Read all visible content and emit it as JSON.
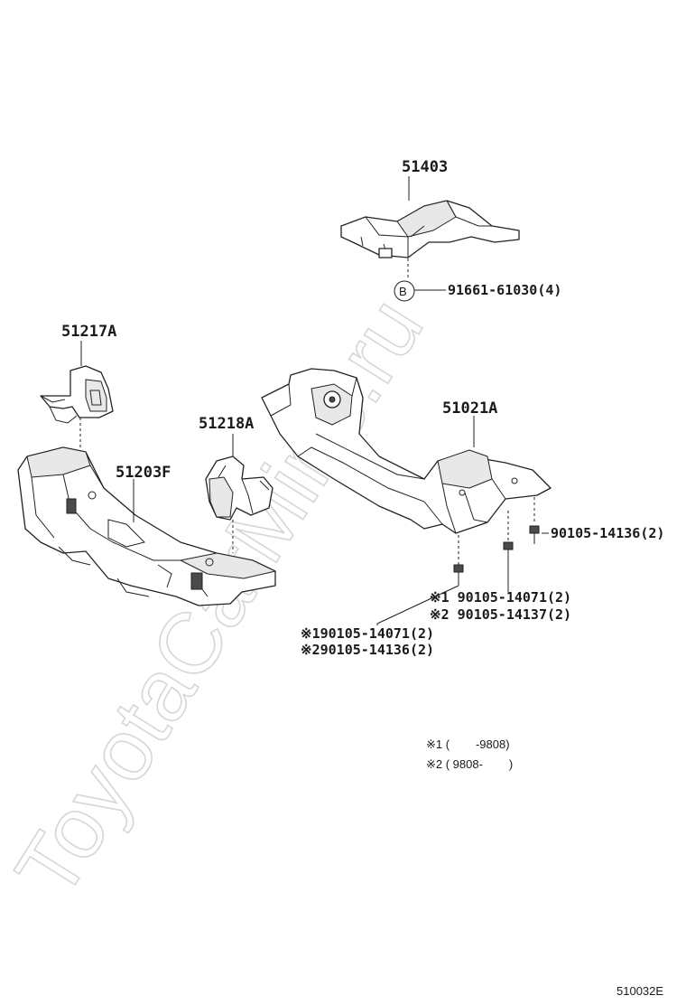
{
  "watermark": "ToyotaCarMine.ru",
  "part_labels": {
    "p51403": "51403",
    "p51217A": "51217A",
    "p51218A": "51218A",
    "p51203F": "51203F",
    "p51021A": "51021A",
    "bolt_91661": "91661-61030(4)",
    "bolt_90105_right": "90105-14136(2)",
    "bolt_mid_1": "※1 90105-14071(2)",
    "bolt_mid_2": "※2 90105-14137(2)",
    "bolt_low_1": "※190105-14071(2)",
    "bolt_low_2": "※290105-14136(2)"
  },
  "callout_letter": "B",
  "notes": {
    "note1": "※1 (        -9808)",
    "note2": "※2 ( 9808-        )"
  },
  "figure_id": "510032E"
}
